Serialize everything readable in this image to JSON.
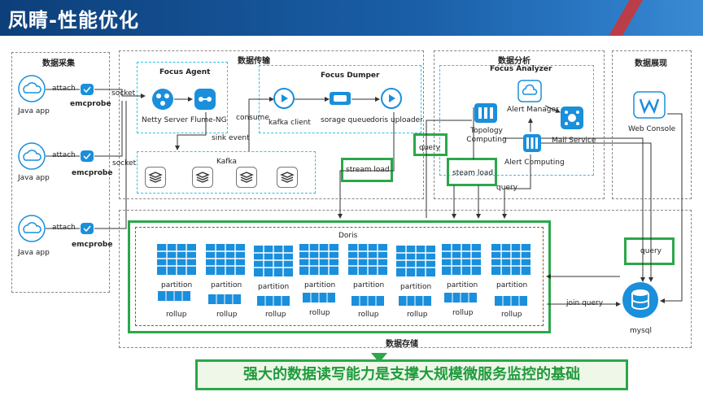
{
  "slide": {
    "title": "凤睛-性能优化",
    "banner": "强大的数据读写能力是支撑大规模微服务监控的基础"
  },
  "sections": {
    "collect": "数据采集",
    "transfer": "数据传输",
    "analyze": "数据分析",
    "display": "数据展现",
    "storage": "数据存储"
  },
  "collect": {
    "apps": [
      "Java app",
      "Java app",
      "Java app"
    ],
    "attach": "attach",
    "probe": "emcprobe",
    "socket": "socket"
  },
  "agent": {
    "title": "Focus Agent",
    "netty": "Netty Server",
    "flume": "Flume-NG",
    "sink_event": "sink event",
    "kafka": "Kafka"
  },
  "dumper": {
    "title": "Focus Dumper",
    "consume": "consume",
    "kafka_client": "kafka client",
    "queue": "sorage queue",
    "uploader": "doris uploader"
  },
  "analyzer": {
    "title": "Focus Analyzer",
    "topology": "Topology Computing",
    "alert_manager": "Alert Manager",
    "mail": "Mail Service",
    "alert_computing": "Alert Computing"
  },
  "display": {
    "web_console": "Web Console"
  },
  "storage": {
    "doris": "Doris",
    "partition": "partition",
    "rollup": "rollup",
    "mysql": "mysql",
    "join_query": "join query"
  },
  "edges": {
    "stream_load_1": "stream load",
    "stream_load_2": "steam load",
    "query_1": "query",
    "query_2": "query",
    "query_3": "query"
  },
  "colors": {
    "icon_blue": "#1a8fdc",
    "highlight_green": "#2aa84a",
    "doris_border": "#8a5a2b"
  }
}
